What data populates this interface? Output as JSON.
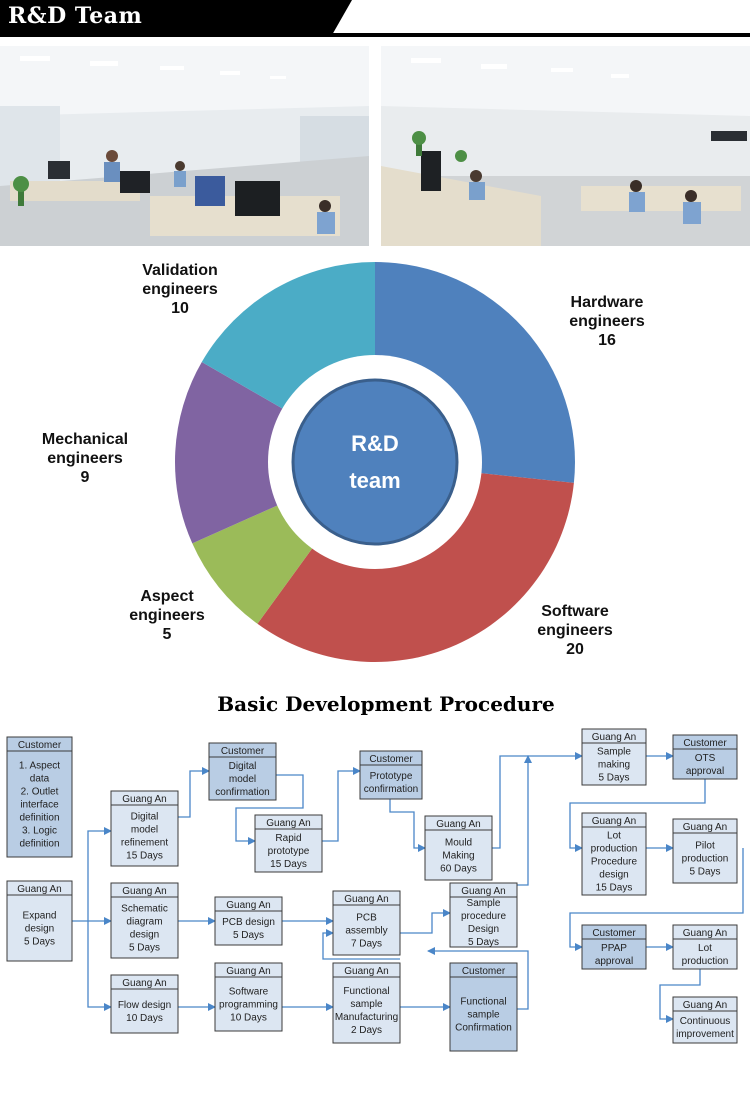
{
  "header": {
    "title": "R&D Team"
  },
  "chart_data": {
    "type": "pie",
    "center_label": [
      "R&D",
      "team"
    ],
    "slices": [
      {
        "label": [
          "Hardware",
          "engineers"
        ],
        "value": 16,
        "color": "#4f81bd"
      },
      {
        "label": [
          "Software",
          "engineers"
        ],
        "value": 20,
        "color": "#c0504d"
      },
      {
        "label": [
          "Aspect",
          "engineers"
        ],
        "value": 5,
        "color": "#9bbb59"
      },
      {
        "label": [
          "Mechanical",
          "engineers"
        ],
        "value": 9,
        "color": "#8064a2"
      },
      {
        "label": [
          "Validation",
          "engineers"
        ],
        "value": 10,
        "color": "#4bacc6"
      }
    ]
  },
  "procedure": {
    "title": "Basic Development Procedure",
    "nodes": [
      {
        "id": "c1",
        "header": "Customer",
        "body": [
          "1. Aspect",
          "data",
          "2. Outlet",
          "interface",
          "definition",
          "3. Logic",
          "definition"
        ],
        "kind": "customer"
      },
      {
        "id": "g_expand",
        "header": "Guang An",
        "body": [
          "Expand",
          "design",
          "5 Days"
        ],
        "kind": "guangan"
      },
      {
        "id": "g_dmr",
        "header": "Guang An",
        "body": [
          "Digital",
          "model",
          "refinement",
          "15 Days"
        ],
        "kind": "guangan"
      },
      {
        "id": "g_sdd",
        "header": "Guang An",
        "body": [
          "Schematic",
          "diagram",
          "design",
          "5 Days"
        ],
        "kind": "guangan"
      },
      {
        "id": "g_flow",
        "header": "Guang An",
        "body": [
          "Flow design",
          "10 Days"
        ],
        "kind": "guangan"
      },
      {
        "id": "c_dmc",
        "header": "Customer",
        "body": [
          "Digital",
          "model",
          "confirmation"
        ],
        "kind": "customer"
      },
      {
        "id": "g_rp",
        "header": "Guang An",
        "body": [
          "Rapid",
          "prototype",
          "15 Days"
        ],
        "kind": "guangan"
      },
      {
        "id": "g_pcbd",
        "header": "Guang An",
        "body": [
          "PCB design",
          "5 Days"
        ],
        "kind": "guangan"
      },
      {
        "id": "g_sp",
        "header": "Guang An",
        "body": [
          "Software",
          "programming",
          "10 Days"
        ],
        "kind": "guangan"
      },
      {
        "id": "c_pc",
        "header": "Customer",
        "body": [
          "Prototype",
          "confirmation"
        ],
        "kind": "customer"
      },
      {
        "id": "g_pcba",
        "header": "Guang An",
        "body": [
          "PCB",
          "assembly",
          "7 Days"
        ],
        "kind": "guangan"
      },
      {
        "id": "g_fsm",
        "header": "Guang An",
        "body": [
          "Functional",
          "sample",
          "Manufacturing",
          "2 Days"
        ],
        "kind": "guangan"
      },
      {
        "id": "g_mm",
        "header": "Guang An",
        "body": [
          "Mould",
          "Making",
          "60 Days"
        ],
        "kind": "guangan"
      },
      {
        "id": "g_spd",
        "header": "Guang An",
        "body": [
          "Sample",
          "procedure",
          "Design",
          "5 Days"
        ],
        "kind": "guangan"
      },
      {
        "id": "c_fsc",
        "header": "Customer",
        "body": [
          "Functional",
          "sample",
          "Confirmation"
        ],
        "kind": "customer"
      },
      {
        "id": "g_sm",
        "header": "Guang An",
        "body": [
          "Sample",
          "making",
          "5 Days"
        ],
        "kind": "guangan"
      },
      {
        "id": "c_ots",
        "header": "Customer",
        "body": [
          "OTS",
          "approval"
        ],
        "kind": "customer"
      },
      {
        "id": "g_lpp",
        "header": "Guang An",
        "body": [
          "Lot",
          "production",
          "Procedure",
          "design",
          "15 Days"
        ],
        "kind": "guangan"
      },
      {
        "id": "g_pp",
        "header": "Guang An",
        "body": [
          "Pilot",
          "production",
          "5 Days"
        ],
        "kind": "guangan"
      },
      {
        "id": "c_ppap",
        "header": "Customer",
        "body": [
          "PPAP",
          "approval"
        ],
        "kind": "customer"
      },
      {
        "id": "g_lot",
        "header": "Guang An",
        "body": [
          "Lot",
          "production"
        ],
        "kind": "guangan"
      },
      {
        "id": "g_ci",
        "header": "Guang An",
        "body": [
          "Continuous",
          "improvement"
        ],
        "kind": "guangan"
      }
    ],
    "colors": {
      "customer_fill": "#b9cde4",
      "guangan_fill": "#dce6f2",
      "border": "#3b3b3b",
      "arrow": "#4a86c8"
    }
  }
}
